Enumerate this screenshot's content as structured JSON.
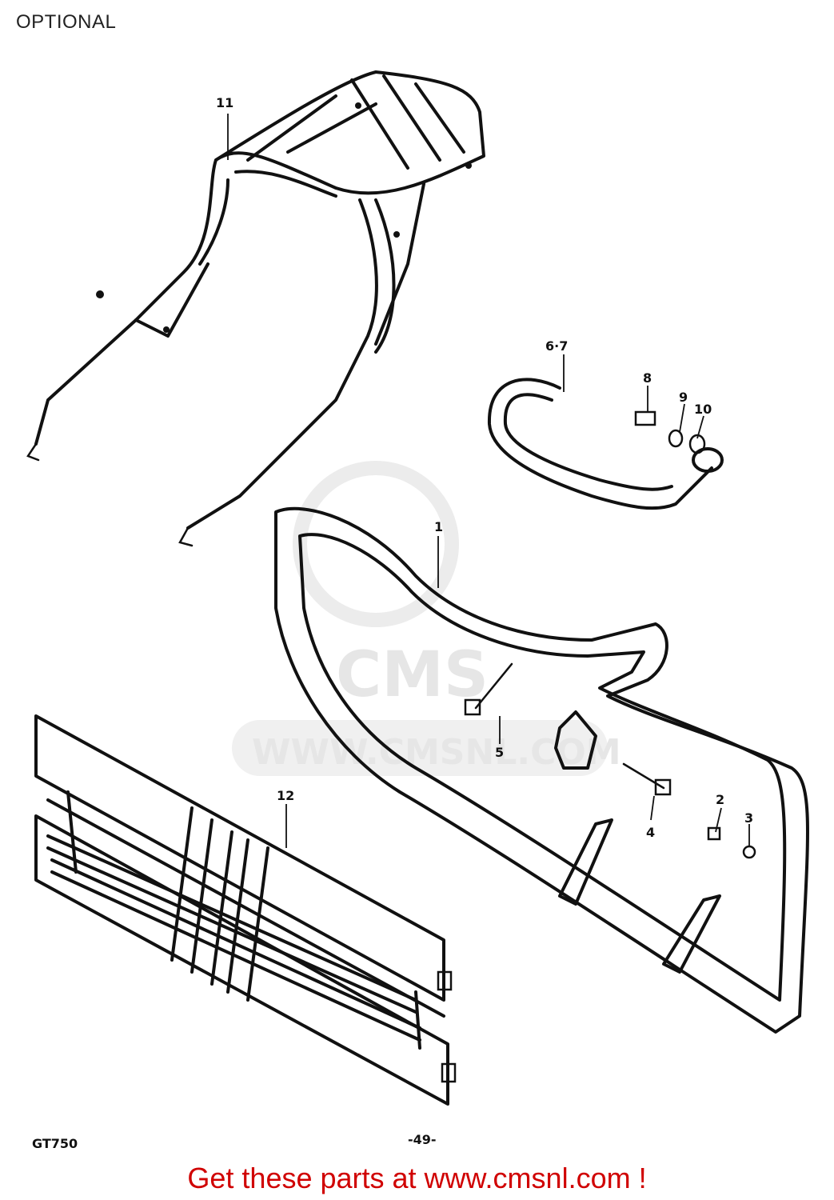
{
  "header": {
    "label": "OPTIONAL"
  },
  "watermark": {
    "text": "WWW.CMSNL.COM",
    "logo": "CMS"
  },
  "callouts": [
    {
      "id": "11",
      "label": "11"
    },
    {
      "id": "6-7",
      "label": "6·7"
    },
    {
      "id": "8",
      "label": "8"
    },
    {
      "id": "9",
      "label": "9"
    },
    {
      "id": "10",
      "label": "10"
    },
    {
      "id": "1",
      "label": "1"
    },
    {
      "id": "5",
      "label": "5"
    },
    {
      "id": "12",
      "label": "12"
    },
    {
      "id": "2",
      "label": "2"
    },
    {
      "id": "3",
      "label": "3"
    },
    {
      "id": "4",
      "label": "4"
    }
  ],
  "model_code": "GT750",
  "page_number": "-49-",
  "footer": {
    "text": "Get these parts at www.cmsnl.com !",
    "color": "#d00000"
  }
}
